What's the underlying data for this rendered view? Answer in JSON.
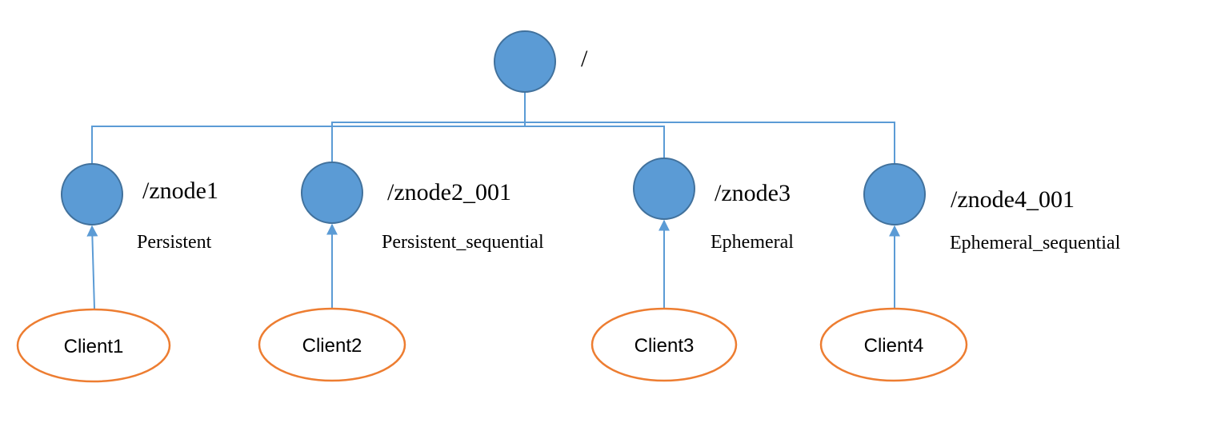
{
  "colors": {
    "node_fill": "#5b9bd5",
    "node_stroke": "#41719c",
    "line": "#5b9bd5",
    "client_stroke": "#ed7d31",
    "text": "#000000"
  },
  "root": {
    "label": "/"
  },
  "znodes": [
    {
      "path": "/znode1",
      "type": "Persistent",
      "client": "Client1"
    },
    {
      "path": "/znode2_001",
      "type": "Persistent_sequential",
      "client": "Client2"
    },
    {
      "path": "/znode3",
      "type": "Ephemeral",
      "client": "Client3"
    },
    {
      "path": "/znode4_001",
      "type": "Ephemeral_sequential",
      "client": "Client4"
    }
  ]
}
